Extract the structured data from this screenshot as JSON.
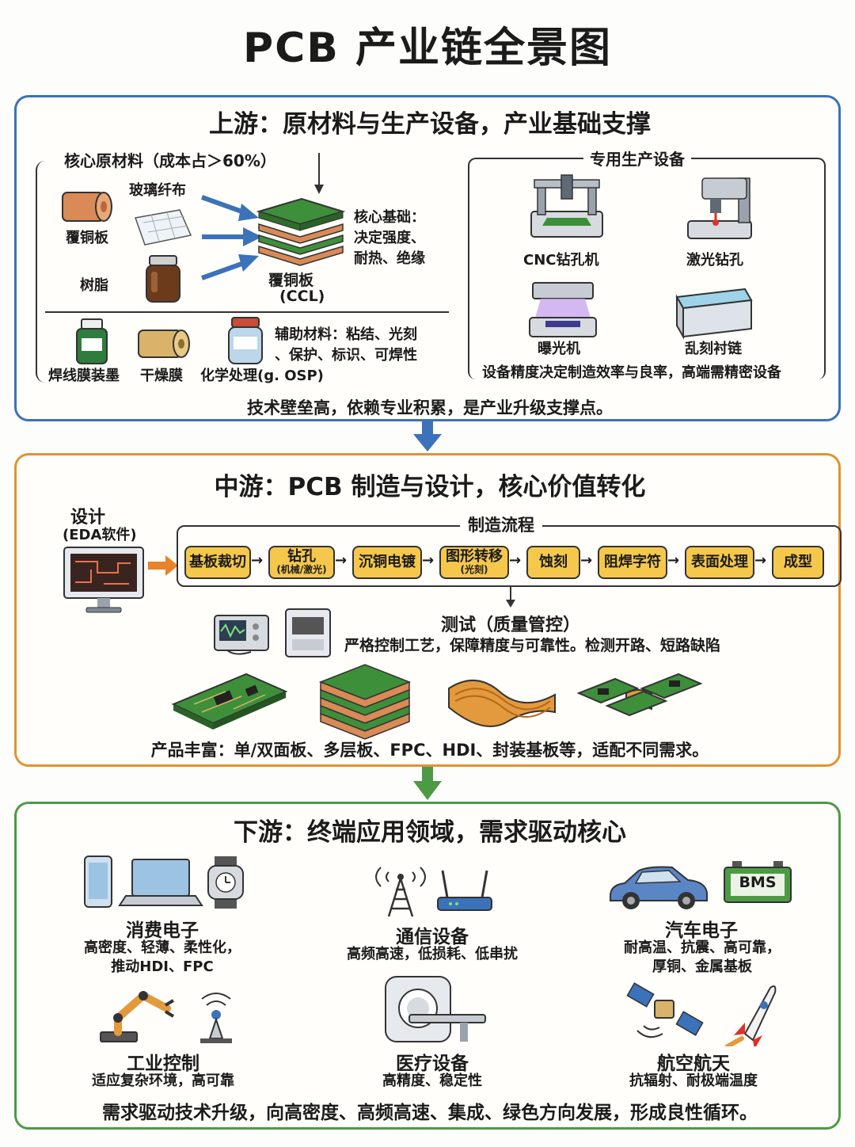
{
  "title": "PCB 产业链全景图",
  "upstream": {
    "title": "上游：原材料与生产设备，产业基础支撑",
    "core_materials_label": "核心原材料（成本占＞60%）",
    "materials": [
      "玻璃纤布",
      "覆铜板",
      "树脂"
    ],
    "ccl_label_1": "覆铜板",
    "ccl_label_2": "(CCL)",
    "core_basis": [
      "核心基础：",
      "决定强度、",
      "耐热、绝缘"
    ],
    "aux_items": [
      "焊线膜装墨",
      "干燥膜",
      "化学处理(g. OSP)"
    ],
    "aux_desc": [
      "辅助材料：粘结、光刻",
      "、保护、标识、可焊性"
    ],
    "equipment_label": "专用生产设备",
    "equipment": [
      "CNC钻孔机",
      "激光钻孔",
      "曝光机",
      "乱刻衬链"
    ],
    "equipment_note": "设备精度决定制造效率与良率，高端需精密设备",
    "footer": "技术壁垒高，依赖专业积累，是产业升级支撑点。"
  },
  "midstream": {
    "title": "中游：PCB 制造与设计，核心价值转化",
    "design_label_1": "设计",
    "design_label_2": "(EDA软件)",
    "process_label": "制造流程",
    "steps": [
      {
        "label": "基板裁切",
        "sub": ""
      },
      {
        "label": "钻孔",
        "sub": "(机械/激光)"
      },
      {
        "label": "沉铜电镀",
        "sub": ""
      },
      {
        "label": "图形转移",
        "sub": "(光刻)"
      },
      {
        "label": "蚀刻",
        "sub": ""
      },
      {
        "label": "阻焊字符",
        "sub": ""
      },
      {
        "label": "表面处理",
        "sub": ""
      },
      {
        "label": "成型",
        "sub": ""
      }
    ],
    "test_label": "测试（质量管控）",
    "test_desc": "严格控制工艺，保障精度与可靠性。检测开路、短路缺陷",
    "products": "产品丰富：单/双面板、多层板、FPC、HDI、封装基板等，适配不同需求。"
  },
  "downstream": {
    "title": "下游：终端应用领域，需求驱动核心",
    "categories": [
      {
        "title": "消费电子",
        "desc": [
          "高密度、轻薄、柔性化，",
          "推动HDI、FPC"
        ]
      },
      {
        "title": "通信设备",
        "desc": [
          "高频高速，低损耗、低串扰"
        ]
      },
      {
        "title": "汽车电子",
        "desc": [
          "耐高温、抗震、高可靠，",
          "厚铜、金属基板"
        ]
      },
      {
        "title": "工业控制",
        "desc": [
          "适应复杂环境，高可靠"
        ]
      },
      {
        "title": "医疗设备",
        "desc": [
          "高精度、稳定性"
        ]
      },
      {
        "title": "航空航天",
        "desc": [
          "抗辐射、耐极端温度"
        ]
      }
    ],
    "bms_label": "BMS",
    "footer": "需求驱动技术升级，向高密度、高频高速、集成、绿色方向发展，形成良性循环。"
  },
  "colors": {
    "upstream": "#3b72b9",
    "midstream": "#e3922f",
    "downstream": "#4d9a45",
    "step": "#f5c84c"
  }
}
